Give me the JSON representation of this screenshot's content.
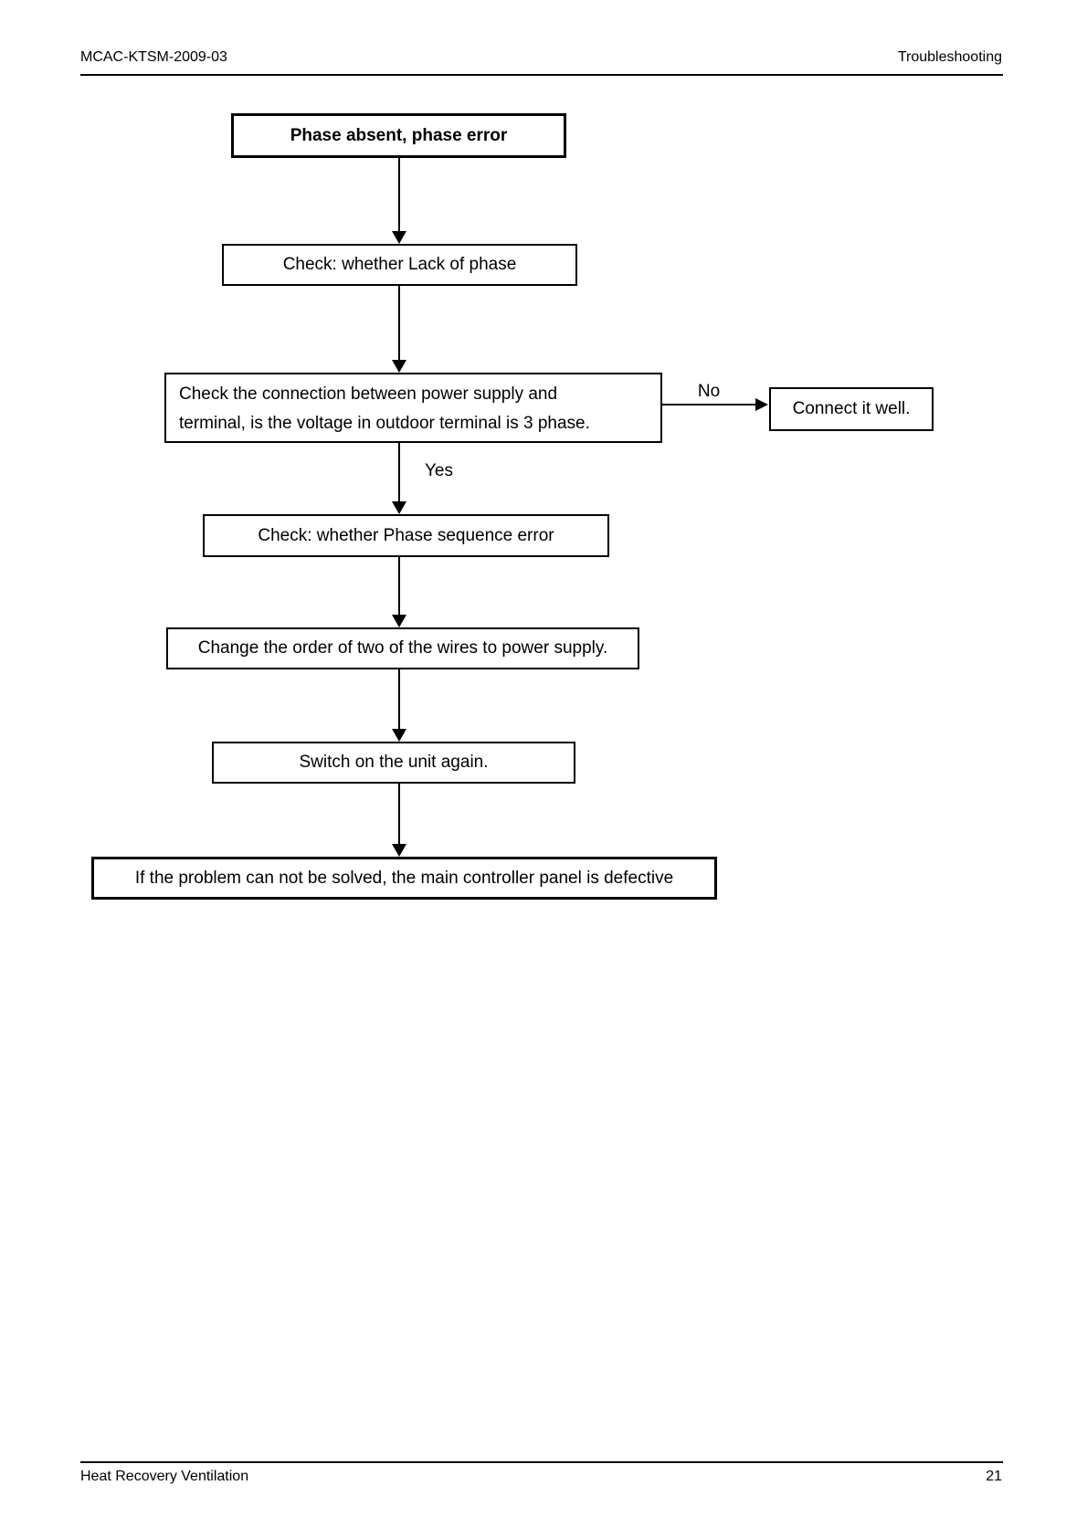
{
  "header": {
    "doc_code": "MCAC-KTSM-2009-03",
    "section": "Troubleshooting"
  },
  "footer": {
    "title": "Heat Recovery Ventilation",
    "page_number": "21"
  },
  "flowchart": {
    "title": "Phase absent, phase error",
    "steps": {
      "check_lack_of_phase": "Check: whether Lack of phase",
      "check_connection_line1": "Check the connection between power supply and",
      "check_connection_line2": "terminal, is the voltage in outdoor terminal is 3 phase.",
      "connect_it_well": "Connect it well.",
      "check_phase_sequence": "Check: whether Phase sequence error",
      "change_wire_order": "Change the order of two of the wires to power supply.",
      "switch_on_again": "Switch on the unit again.",
      "problem_not_solved": "If the problem can not be solved, the main controller panel is defective"
    },
    "labels": {
      "no": "No",
      "yes": "Yes"
    }
  }
}
